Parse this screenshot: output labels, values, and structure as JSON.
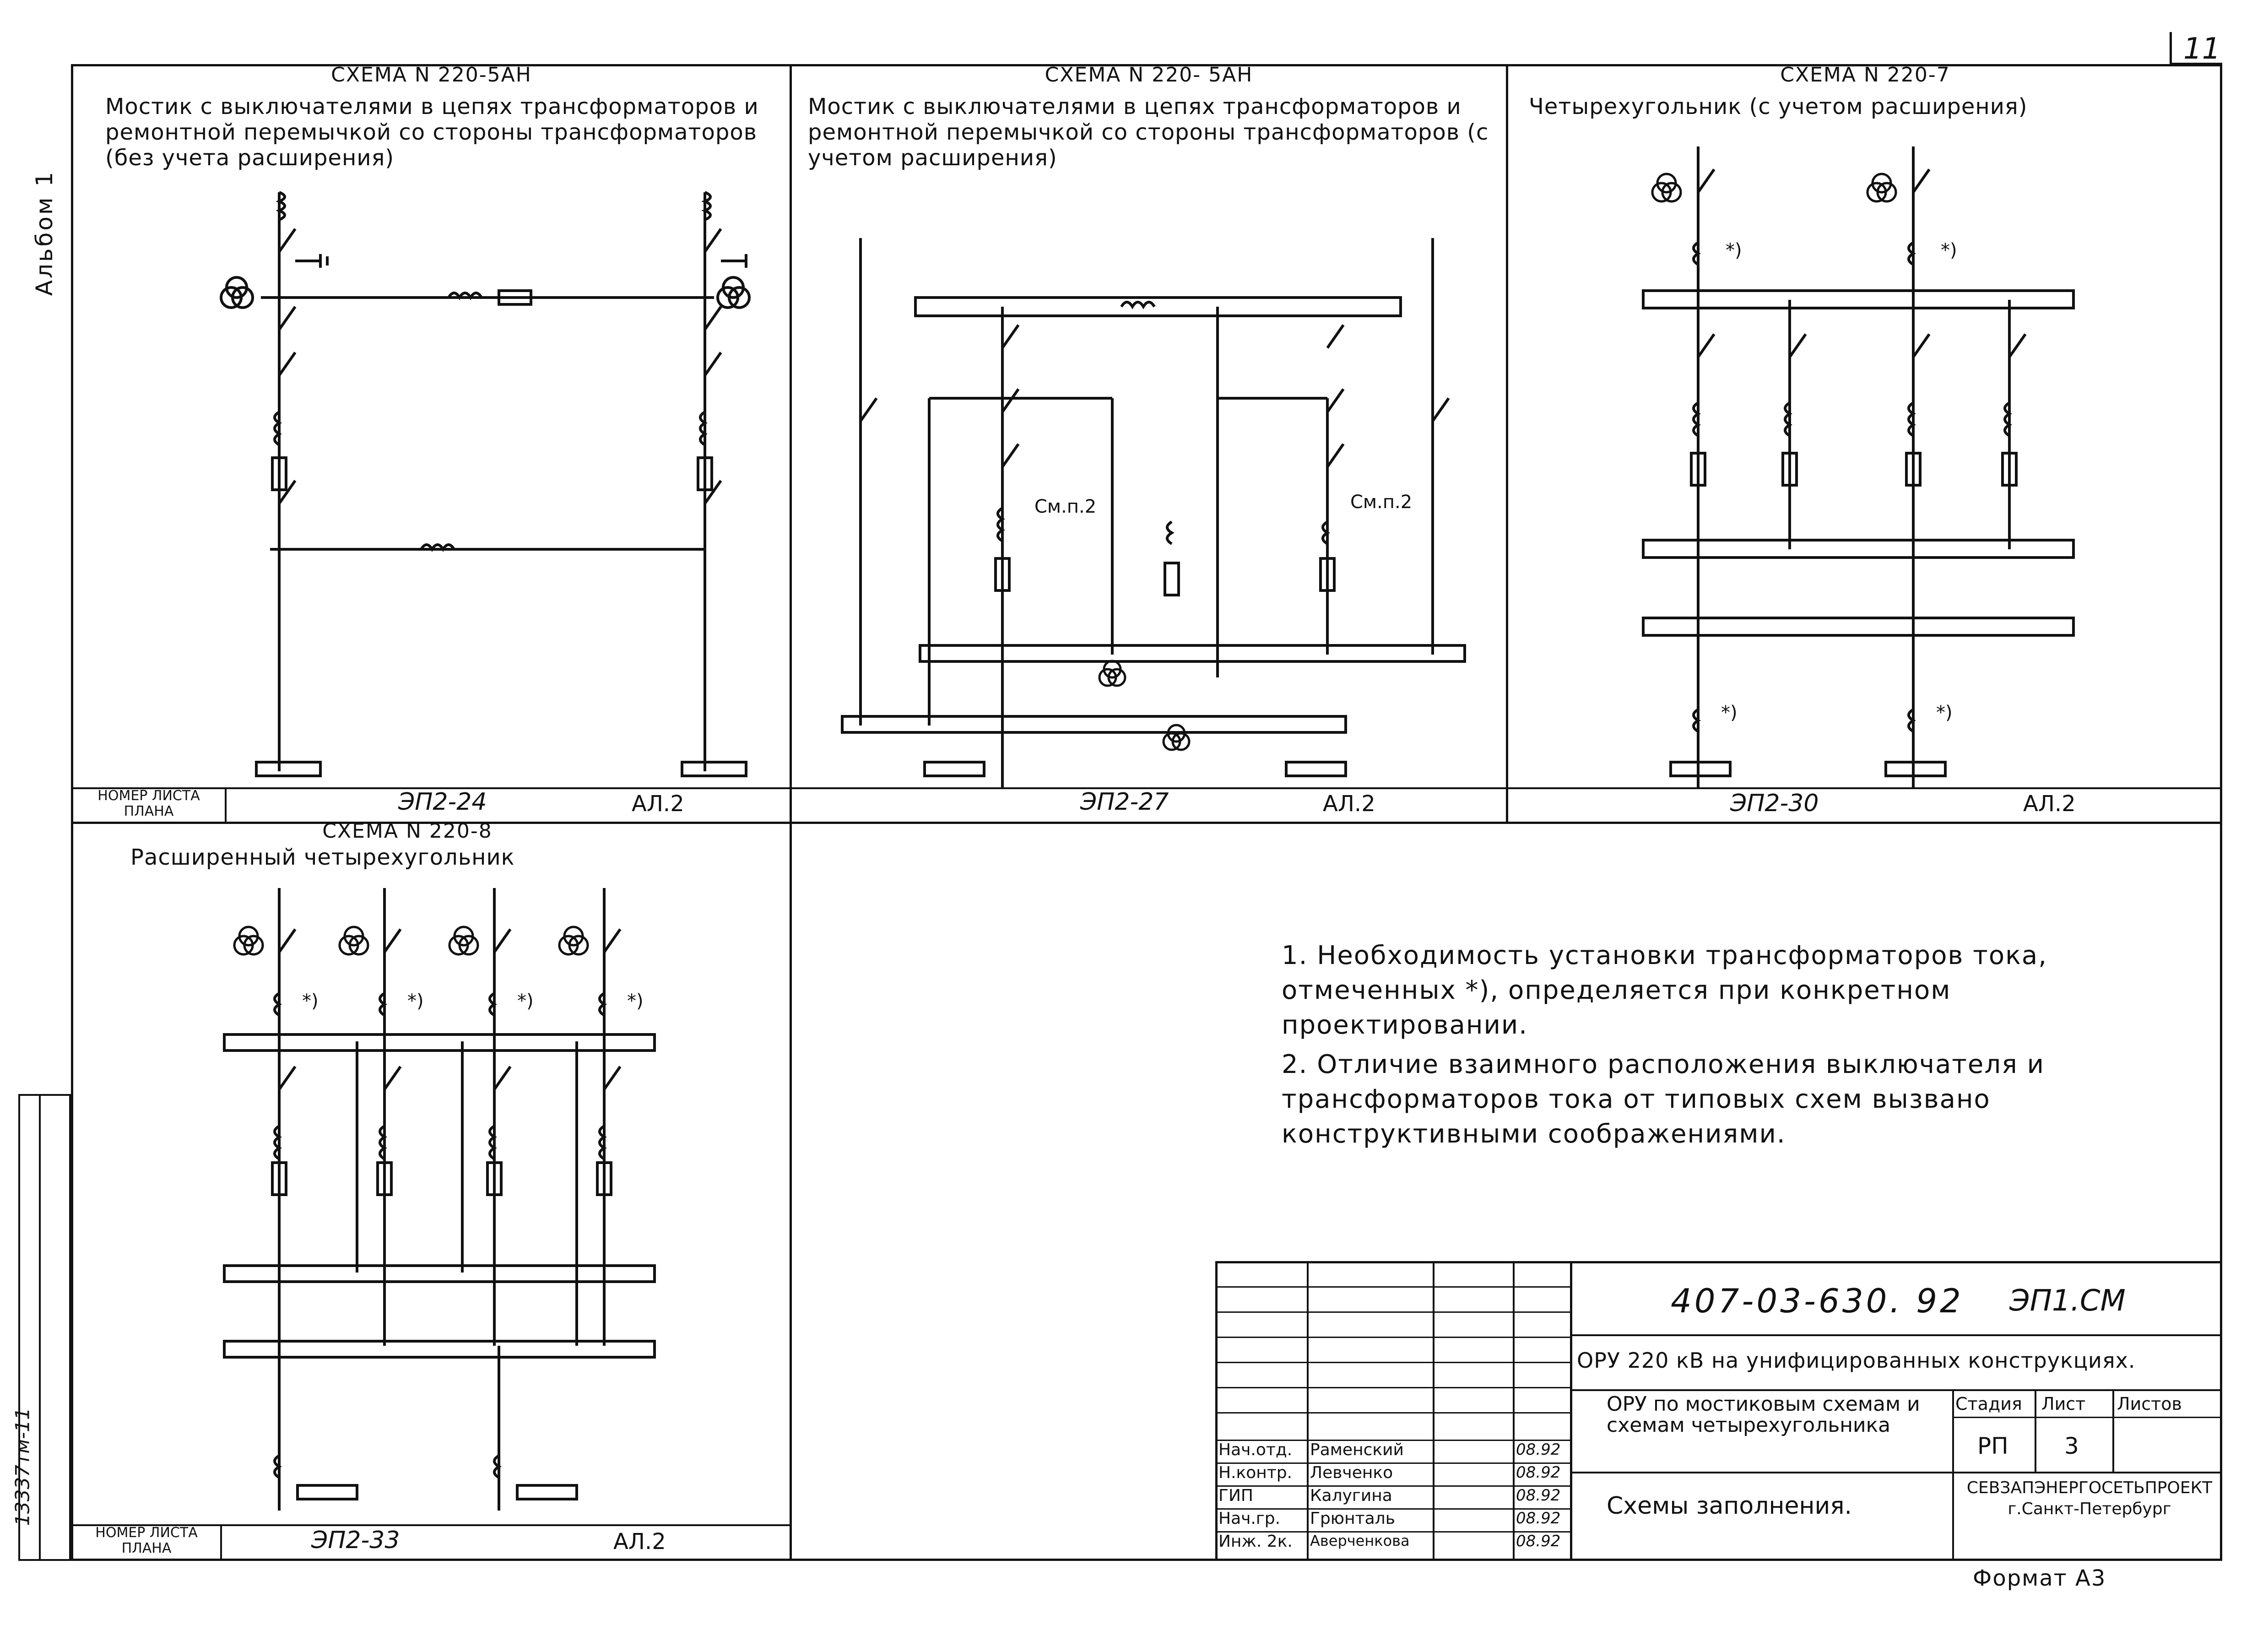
{
  "sheet": {
    "sheet_no": "11",
    "album": "Альбом 1",
    "format": "Формат А3",
    "archive_no": "13337тм-11"
  },
  "cells": [
    {
      "title": "СХЕМА N 220-5АН",
      "subtitle": "Мостик с выключателями в цепях трансформаторов и ремонтной перемычкой со стороны трансформаторов (без учета расширения)",
      "plan_label": "НОМЕР ЛИСТА ПЛАНА",
      "plan_no": "ЭП2-24",
      "album_ref": "АЛ.2"
    },
    {
      "title": "СХЕМА N 220- 5АН",
      "subtitle": "Мостик с выключателями в цепях трансформаторов и ремонтной перемычкой со стороны трансформаторов (с учетом расширения)",
      "plan_no": "ЭП2-27",
      "album_ref": "АЛ.2",
      "annotation": "См.п.2"
    },
    {
      "title": "СХЕМА N 220-7",
      "subtitle": "Четырехугольник (с учетом расширения)",
      "plan_no": "ЭП2-30",
      "album_ref": "АЛ.2",
      "marker": "*)"
    },
    {
      "title": "СХЕМА N 220-8",
      "subtitle": "Расширенный четырехугольник",
      "plan_label": "НОМЕР ЛИСТА ПЛАНА",
      "plan_no": "ЭП2-33",
      "album_ref": "АЛ.2",
      "marker": "*)"
    }
  ],
  "notes": [
    "1. Необходимость установки трансформаторов тока, отмеченных *), определяется при конкретном проектировании.",
    "2. Отличие взаимного расположения выключателя и трансформаторов тока от типовых схем вызвано конструктивными соображениями."
  ],
  "title_block": {
    "doc_code": "407-03-630. 92",
    "doc_mark": "ЭП1.СМ",
    "project": "ОРУ 220 кВ на унифицированных конструкциях.",
    "sheet_title": "ОРУ по мостиковым схемам и схемам четырехугольника",
    "sheet_subject": "Схемы заполнения.",
    "stage_label": "Стадия",
    "sheet_label": "Лист",
    "sheets_label": "Листов",
    "stage": "РП",
    "sheet": "3",
    "company": "СЕВЗАПЭНЕРГОСЕТЬПРОЕКТ г.Санкт-Петербург",
    "signers": [
      {
        "role": "Нач.отд.",
        "name": "Раменский",
        "date": "08.92"
      },
      {
        "role": "Н.контр.",
        "name": "Левченко",
        "date": "08.92"
      },
      {
        "role": "ГИП",
        "name": "Калугина",
        "date": "08.92"
      },
      {
        "role": "Нач.гр.",
        "name": "Грюнталь",
        "date": "08.92"
      },
      {
        "role": "Инж. 2к.",
        "name": "Аверченкова",
        "date": "08.92"
      }
    ]
  }
}
